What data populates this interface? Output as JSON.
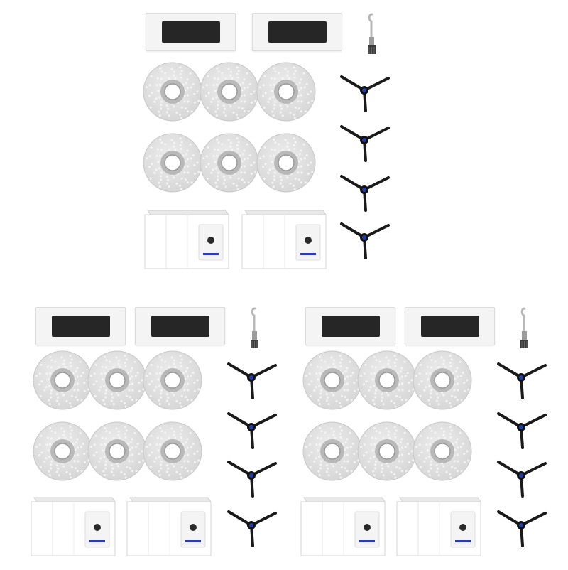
{
  "scene": {
    "background": "#ffffff",
    "kits": [
      {
        "name": "kit-top"
      },
      {
        "name": "kit-bottom-left"
      },
      {
        "name": "kit-bottom-right"
      }
    ],
    "per_kit": {
      "filters": 2,
      "mop_pads": 6,
      "dust_bags": 2,
      "side_brushes": 4,
      "cleaning_tools": 1
    },
    "colors": {
      "mop": "#d7d7d7",
      "mop_texture": "#eeeeee",
      "filter_frame": "#f4f4f4",
      "filter_sponge": "#262626",
      "bag": "#ffffff",
      "bag_stripe": "#2d3bb0",
      "brush_arm": "#1a1a1a",
      "brush_hub": "#1f3fa8"
    },
    "icons": [
      "filter-icon",
      "mop-pad-icon",
      "dust-bag-icon",
      "side-brush-icon",
      "cleaning-tool-icon"
    ]
  }
}
